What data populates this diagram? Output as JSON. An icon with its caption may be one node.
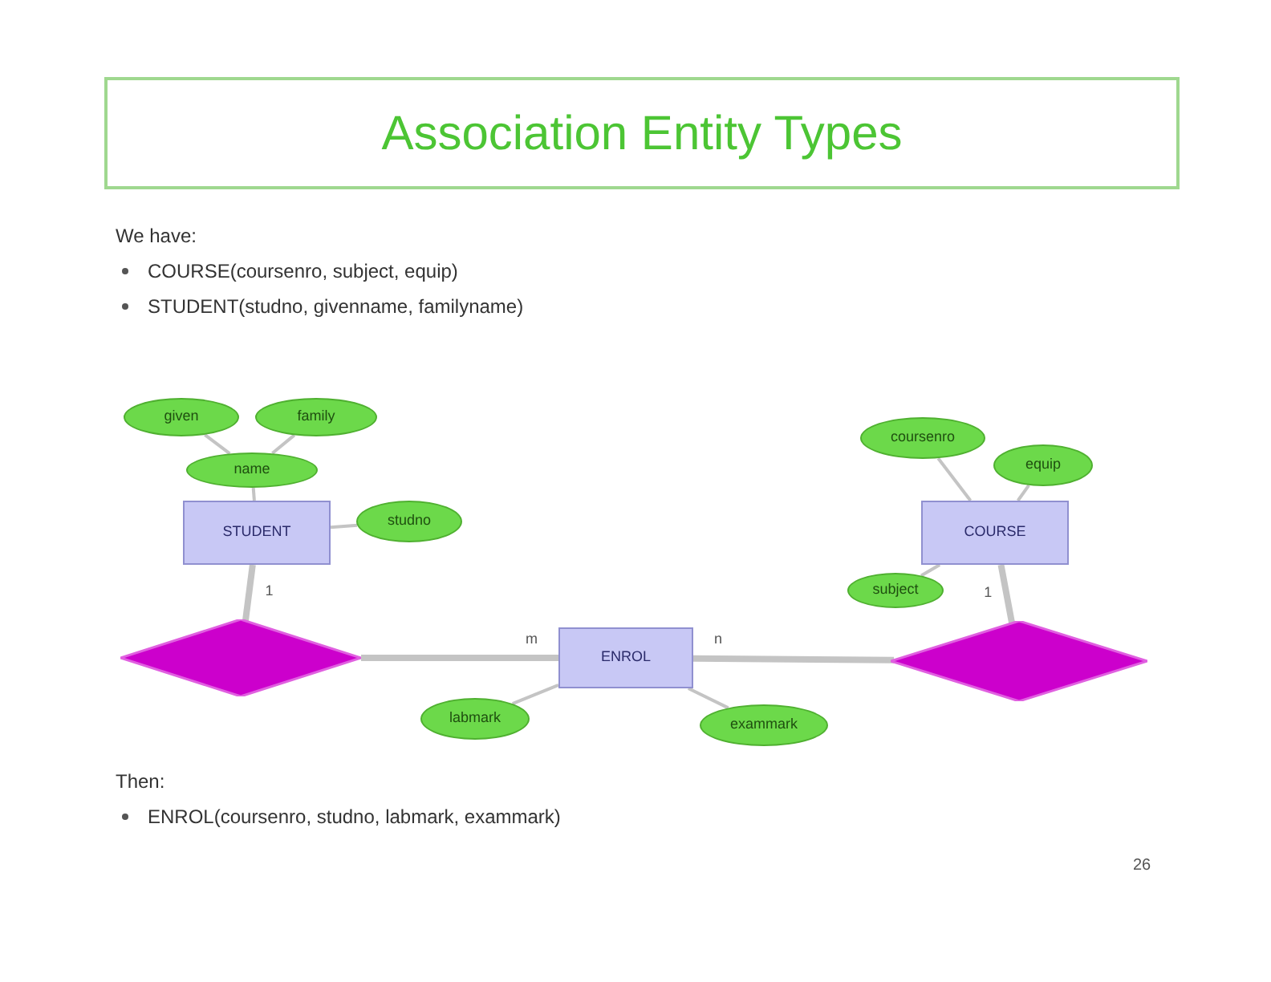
{
  "diagram": {
    "title": "Association Entity Types",
    "nodes": [
      {
        "text": [
          "given"
        ]
      },
      {
        "text": [
          "family"
        ]
      },
      {
        "text": [
          "name"
        ]
      },
      {
        "text": [
          "STUDENT"
        ]
      },
      {
        "text": [
          "studno"
        ]
      },
      {
        "text": [],
        "shape": "diamond"
      },
      {
        "text": [
          "ENROL"
        ]
      },
      {
        "text": [
          "labmark"
        ]
      },
      {
        "text": [
          "exammark"
        ]
      },
      {
        "text": [
          "coursenro"
        ]
      },
      {
        "text": [
          "equip"
        ]
      },
      {
        "text": [
          "COURSE"
        ]
      },
      {
        "text": [
          "subject"
        ]
      },
      {
        "text": [],
        "shape": "diamond"
      }
    ],
    "edges": [
      {
        "from": 0,
        "to": 2,
        "arrow": "none"
      },
      {
        "from": 1,
        "to": 2,
        "arrow": "none"
      },
      {
        "from": 2,
        "to": 3,
        "arrow": "none"
      },
      {
        "from": 3,
        "to": 4,
        "arrow": "none"
      },
      {
        "from": 3,
        "to": 5,
        "arrow": "none",
        "label": "1",
        "style": "thick"
      },
      {
        "from": 5,
        "to": 6,
        "arrow": "none",
        "label": "m",
        "style": "thick"
      },
      {
        "from": 6,
        "to": 13,
        "arrow": "none",
        "label": "n",
        "style": "thick"
      },
      {
        "from": 6,
        "to": 7,
        "arrow": "none"
      },
      {
        "from": 6,
        "to": 8,
        "arrow": "none"
      },
      {
        "from": 9,
        "to": 11,
        "arrow": "none"
      },
      {
        "from": 10,
        "to": 11,
        "arrow": "none"
      },
      {
        "from": 12,
        "to": 11,
        "arrow": "none"
      },
      {
        "from": 11,
        "to": 13,
        "arrow": "none",
        "label": "1",
        "style": "thick"
      }
    ],
    "labels": [
      "We have:",
      "COURSE(coursenro, subject, equip)",
      "STUDENT(studno, givenname, familyname)",
      "Then:",
      "ENROL(coursenro, studno, labmark, exammark)",
      "26"
    ]
  }
}
